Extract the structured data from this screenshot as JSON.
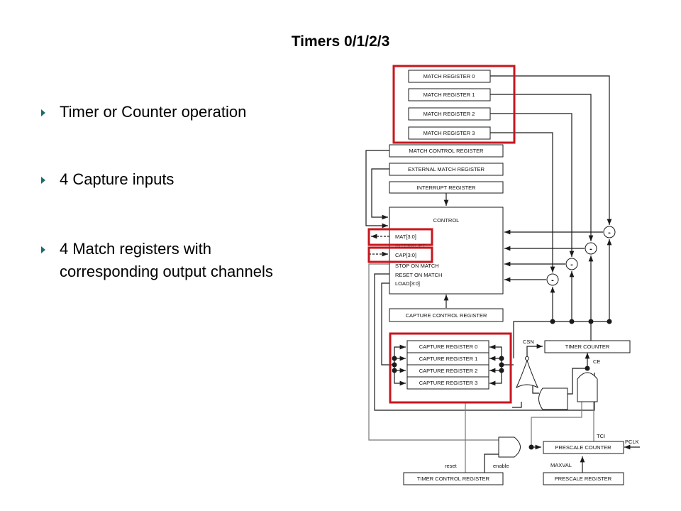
{
  "slide": {
    "title": "Timers 0/1/2/3",
    "bullets": [
      {
        "lines": [
          "Timer or Counter operation"
        ]
      },
      {
        "lines": [
          "4 Capture inputs"
        ]
      },
      {
        "lines": [
          "4 Match registers with",
          "corresponding output channels"
        ]
      }
    ]
  },
  "diagram": {
    "match_registers": [
      "MATCH REGISTER 0",
      "MATCH REGISTER 1",
      "MATCH REGISTER 2",
      "MATCH REGISTER 3"
    ],
    "match_control_register": "MATCH CONTROL REGISTER",
    "external_match_register": "EXTERNAL MATCH REGISTER",
    "interrupt_register": "INTERRUPT REGISTER",
    "control": {
      "title": "CONTROL",
      "signals": [
        "MAT[3:0]",
        "INTERRUPT",
        "CAP[3:0]",
        "STOP ON MATCH",
        "RESET ON MATCH",
        "LOAD[3:0]"
      ]
    },
    "capture_control_register": "CAPTURE CONTROL REGISTER",
    "capture_registers": [
      "CAPTURE REGISTER 0",
      "CAPTURE REGISTER 1",
      "CAPTURE REGISTER 2",
      "CAPTURE REGISTER 3"
    ],
    "timer_counter": "TIMER COUNTER",
    "prescale_counter": "PRESCALE COUNTER",
    "prescale_register": "PRESCALE REGISTER",
    "timer_control_register": "TIMER CONTROL REGISTER",
    "comparator_symbol": "-",
    "labels": {
      "csn": "CSN",
      "ce": "CE",
      "tci": "TCI",
      "pclk": "PCLK",
      "maxval": "MAXVAL",
      "reset": "reset",
      "enable": "enable"
    },
    "colors": {
      "highlight": "#c8161d",
      "line": "#1a1a1a",
      "bullet": "#1f6c6c"
    }
  }
}
